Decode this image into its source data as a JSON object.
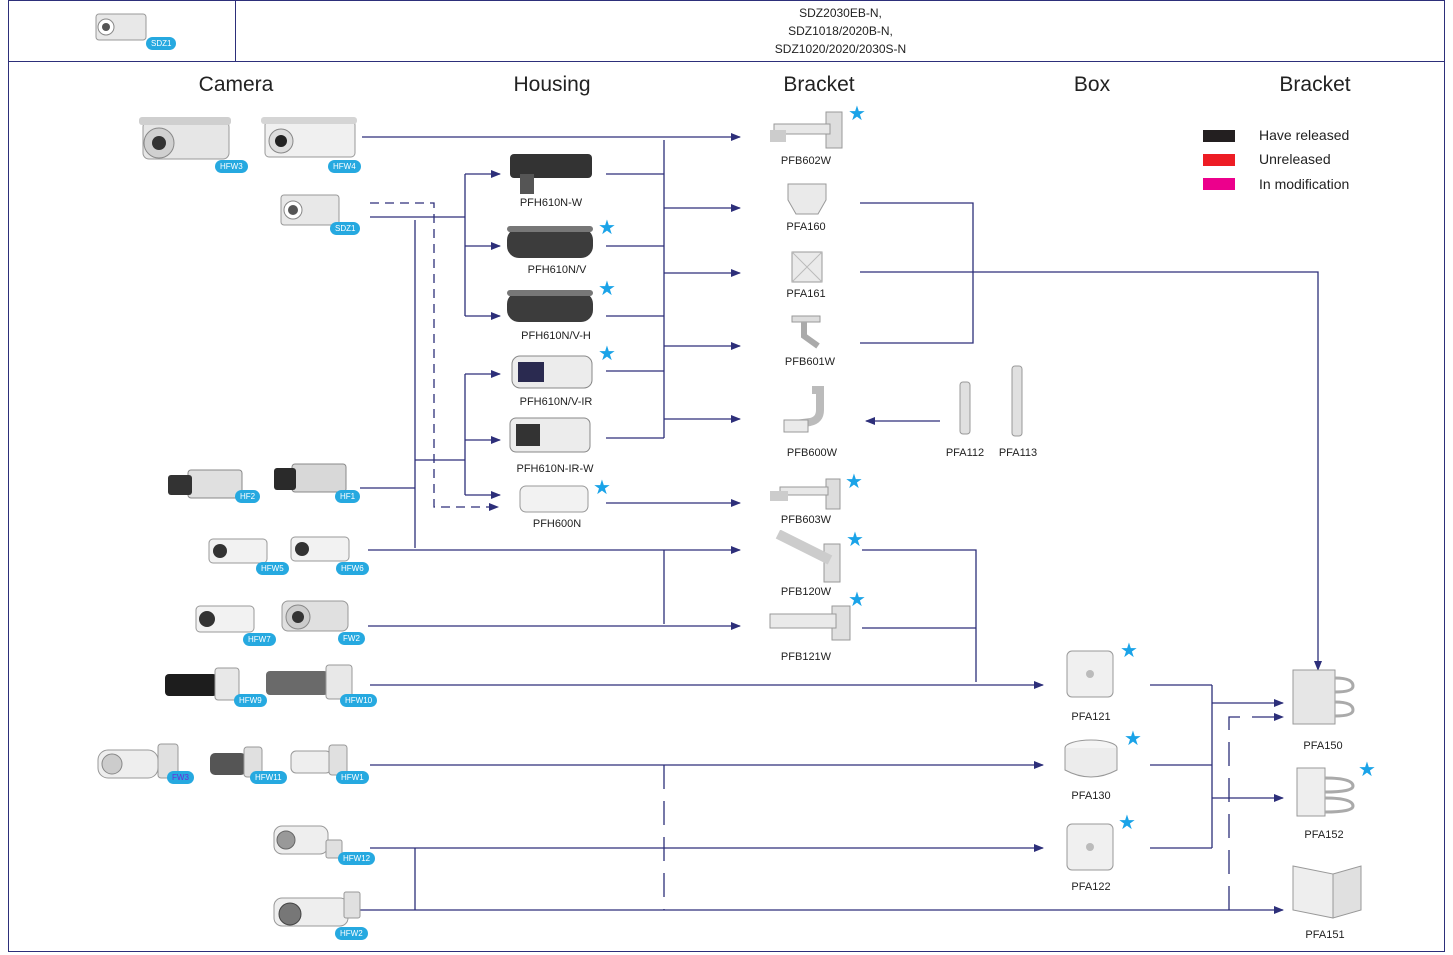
{
  "header": {
    "model_tag": "SDZ1",
    "model_lines": [
      "SDZ2030EB-N,",
      "SDZ1018/2020B-N,",
      "SDZ1020/2020/2030S-N"
    ]
  },
  "columns": [
    "Camera",
    "Housing",
    "Bracket",
    "Box",
    "Bracket"
  ],
  "legend": [
    {
      "label": "Have released",
      "color": "#231f20"
    },
    {
      "label": "Unreleased",
      "color": "#ed1c24"
    },
    {
      "label": "In modification",
      "color": "#ec008c"
    }
  ],
  "camera_tags": [
    "HFW3",
    "HFW4",
    "SDZ1",
    "HF2",
    "HF1",
    "HFW5",
    "HFW6",
    "HFW7",
    "FW2",
    "HFW9",
    "HFW10",
    "FW3",
    "HFW11",
    "HFW1",
    "HFW12",
    "HFW2"
  ],
  "housings": [
    "PFH610N-W",
    "PFH610N/V",
    "PFH610N/V-H",
    "PFH610N/V-IR",
    "PFH610N-IR-W",
    "PFH600N"
  ],
  "brackets": [
    "PFB602W",
    "PFA160",
    "PFA161",
    "PFB601W",
    "PFB600W",
    "PFB603W",
    "PFB120W",
    "PFB121W"
  ],
  "poles": [
    "PFA112",
    "PFA113"
  ],
  "boxes": [
    "PFA121",
    "PFA130",
    "PFA122"
  ],
  "mounts": [
    "PFA150",
    "PFA152",
    "PFA151"
  ],
  "line_color": "#2d2f7a",
  "star_color": "#1aa3e8"
}
